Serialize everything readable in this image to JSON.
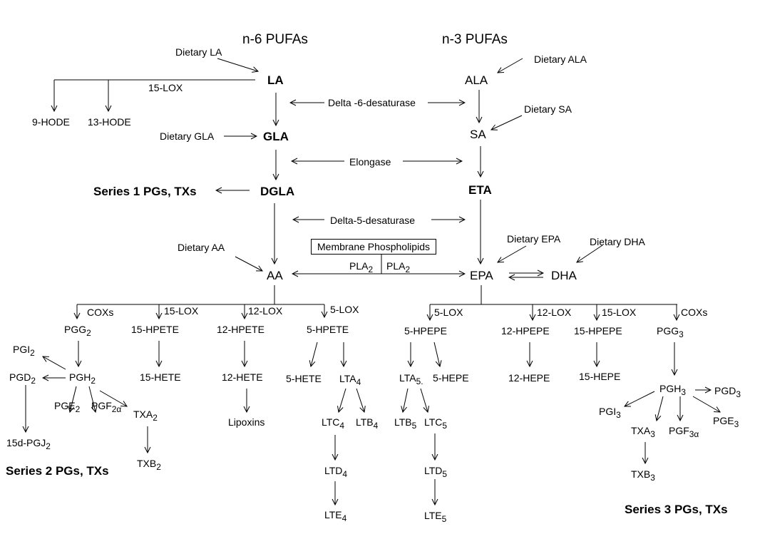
{
  "headers": {
    "n6": "n-6 PUFAs",
    "n3": "n-3 PUFAs"
  },
  "n6": {
    "LA": "LA",
    "GLA": "GLA",
    "DGLA": "DGLA",
    "AA": "AA",
    "dietary_LA": "Dietary LA",
    "dietary_GLA": "Dietary GLA",
    "dietary_AA": "Dietary AA",
    "lox15": "15-LOX",
    "hode9": "9-HODE",
    "hode13": "13-HODE",
    "series1": "Series 1 PGs, TXs"
  },
  "n3": {
    "ALA": "ALA",
    "SA": "SA",
    "ETA": "ETA",
    "EPA": "EPA",
    "DHA": "DHA",
    "dietary_ALA": "Dietary ALA",
    "dietary_SA": "Dietary SA",
    "dietary_EPA": "Dietary EPA",
    "dietary_DHA": "Dietary DHA"
  },
  "enzymes": {
    "d6": "Delta -6-desaturase",
    "elongase": "Elongase",
    "d5": "Delta-5-desaturase",
    "membrane": "Membrane Phospholipids",
    "pla2_left": "PLA",
    "pla2_right": "PLA",
    "pla2_sub": "2"
  },
  "aa_branch": {
    "coxs": "COXs",
    "lox15": "15-LOX",
    "lox12": "12-LOX",
    "lox5": "5-LOX",
    "PGG2": {
      "base": "PGG",
      "sub": "2"
    },
    "PGH2": {
      "base": "PGH",
      "sub": "2"
    },
    "PGI2": {
      "base": "PGI",
      "sub": "2"
    },
    "PGD2": {
      "base": "PGD",
      "sub": "2"
    },
    "PGE2": {
      "base": "PGE",
      "sub": "2"
    },
    "PGF2a": {
      "base": "PGF",
      "sub": "2α"
    },
    "TXA2": {
      "base": "TXA",
      "sub": "2"
    },
    "TXB2": {
      "base": "TXB",
      "sub": "2"
    },
    "PGJ2": {
      "base": "15d-PGJ",
      "sub": "2"
    },
    "hpete15": "15-HPETE",
    "hete15": "15-HETE",
    "hpete12": "12-HPETE",
    "hete12": "12-HETE",
    "lipoxins": "Lipoxins",
    "hpete5": "5-HPETE",
    "hete5": "5-HETE",
    "LTA4": {
      "base": "LTA",
      "sub": "4"
    },
    "LTC4": {
      "base": "LTC",
      "sub": "4"
    },
    "LTB4": {
      "base": "LTB",
      "sub": "4"
    },
    "LTD4": {
      "base": "LTD",
      "sub": "4"
    },
    "LTE4": {
      "base": "LTE",
      "sub": "4"
    },
    "series2": "Series 2 PGs, TXs"
  },
  "epa_branch": {
    "lox5": "5-LOX",
    "lox12": "12-LOX",
    "lox15": "15-LOX",
    "coxs": "COXs",
    "hpepe5": "5-HPEPE",
    "hepe5": "5-HEPE",
    "LTA5": {
      "base": "LTA",
      "sub": "5."
    },
    "LTB5": {
      "base": "LTB",
      "sub": "5"
    },
    "LTC5": {
      "base": "LTC",
      "sub": "5"
    },
    "LTD5": {
      "base": "LTD",
      "sub": "5"
    },
    "LTE5": {
      "base": "LTE",
      "sub": "5"
    },
    "hpepe12": "12-HPEPE",
    "hepe12": "12-HEPE",
    "hpepe15": "15-HPEPE",
    "hepe15": "15-HEPE",
    "PGG3": {
      "base": "PGG",
      "sub": "3"
    },
    "PGH3": {
      "base": "PGH",
      "sub": "3"
    },
    "PGD3": {
      "base": "PGD",
      "sub": "3"
    },
    "PGI3": {
      "base": "PGI",
      "sub": "3"
    },
    "PGE3": {
      "base": "PGE",
      "sub": "3"
    },
    "TXA3": {
      "base": "TXA",
      "sub": "3"
    },
    "PGF3a": {
      "base": "PGF",
      "sub": "3α"
    },
    "TXB3": {
      "base": "TXB",
      "sub": "3"
    },
    "series3": "Series 3 PGs, TXs"
  }
}
